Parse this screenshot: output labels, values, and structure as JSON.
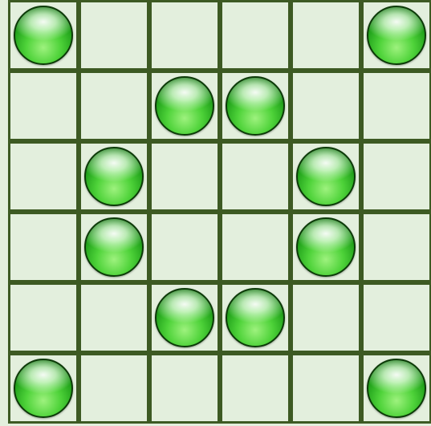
{
  "board": {
    "rows": 6,
    "cols": 6,
    "colors": {
      "background": "#e3efdd",
      "grid_line": "#3d5a23",
      "piece": "#2fb82a"
    },
    "piece_icon": "green-glossy-ball-icon",
    "pieces": [
      {
        "row": 0,
        "col": 0
      },
      {
        "row": 0,
        "col": 5
      },
      {
        "row": 1,
        "col": 2
      },
      {
        "row": 1,
        "col": 3
      },
      {
        "row": 2,
        "col": 1
      },
      {
        "row": 2,
        "col": 4
      },
      {
        "row": 3,
        "col": 1
      },
      {
        "row": 3,
        "col": 4
      },
      {
        "row": 4,
        "col": 2
      },
      {
        "row": 4,
        "col": 3
      },
      {
        "row": 5,
        "col": 0
      },
      {
        "row": 5,
        "col": 5
      }
    ]
  }
}
